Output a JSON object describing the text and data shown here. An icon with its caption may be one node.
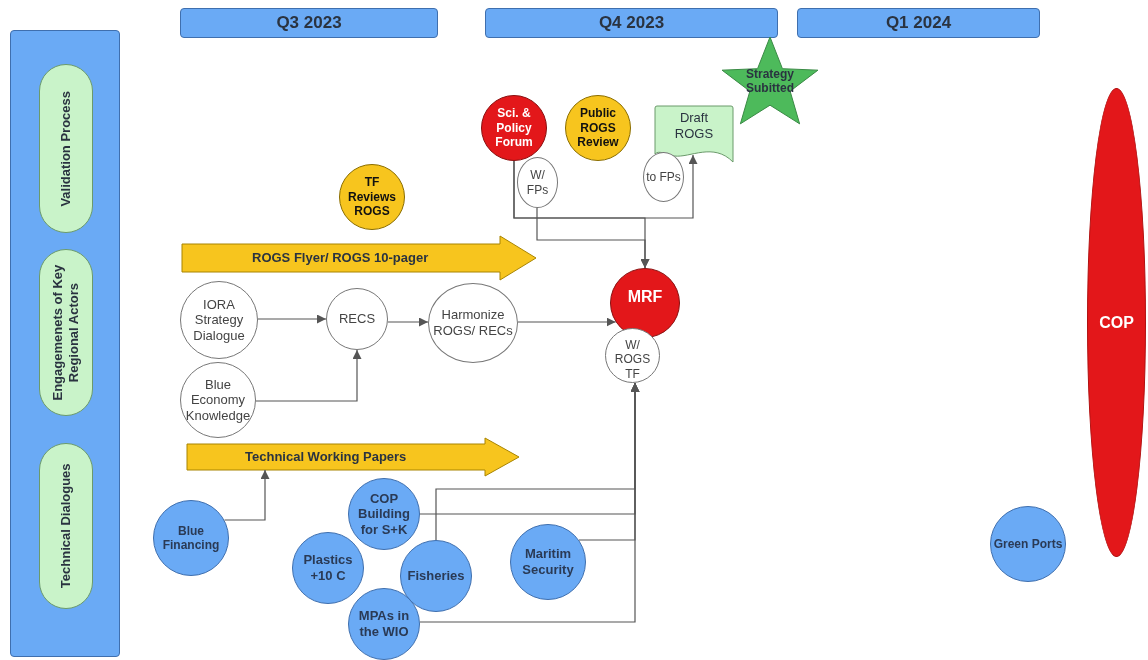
{
  "diagram": {
    "nodes": [
      {
        "text": [
          "Q3 2023"
        ]
      },
      {
        "text": [
          "Q4 2023"
        ]
      },
      {
        "text": [
          "Q1 2024"
        ]
      },
      {
        "text": [],
        "shape": "box"
      },
      {
        "text": [
          "Validation Process"
        ],
        "in": 3
      },
      {
        "text": [
          "Engagemenets of Key Regional Actors"
        ],
        "in": 3
      },
      {
        "text": [
          "Technical Dialogues"
        ],
        "in": 3
      },
      {
        "text": [
          "Strategy Subitted"
        ]
      },
      {
        "text": [
          "Sci. & Policy Forum"
        ]
      },
      {
        "text": [
          "W/ FPs"
        ]
      },
      {
        "text": [
          "Public ROGS Review"
        ]
      },
      {
        "text": [
          "Draft ROGS"
        ]
      },
      {
        "text": [
          "to FPs"
        ]
      },
      {
        "text": [
          "TF Reviews ROGS"
        ]
      },
      {
        "text": [
          "ROGS Flyer/ ROGS 10-pager"
        ]
      },
      {
        "text": [
          "IORA Strategy Dialogue"
        ]
      },
      {
        "text": [
          "RECS"
        ]
      },
      {
        "text": [
          "Harmonize ROGS/ RECs"
        ]
      },
      {
        "text": [
          "MRF"
        ]
      },
      {
        "text": [
          "W/ ROGS TF"
        ]
      },
      {
        "text": [
          "Blue Economy Knowledge"
        ]
      },
      {
        "text": [
          "COP"
        ]
      },
      {
        "text": [
          "Technical Working Papers"
        ]
      },
      {
        "text": [
          "Blue Financing"
        ]
      },
      {
        "text": [
          "COP Building for S+K"
        ]
      },
      {
        "text": [
          "Plastics +10 C"
        ]
      },
      {
        "text": [
          "Fisheries"
        ]
      },
      {
        "text": [
          "Maritim Security"
        ]
      },
      {
        "text": [
          "MPAs in the WIO"
        ]
      },
      {
        "text": [
          "Green Ports"
        ]
      }
    ],
    "edges": [
      {
        "from": 8,
        "to": 18,
        "arrow": "to"
      },
      {
        "from": 8,
        "to": 11,
        "arrow": "to"
      },
      {
        "from": 9,
        "to": 18,
        "arrow": "to"
      },
      {
        "from": 15,
        "to": 16,
        "arrow": "to"
      },
      {
        "from": 16,
        "to": 17,
        "arrow": "to"
      },
      {
        "from": 17,
        "to": 18,
        "arrow": "to"
      },
      {
        "from": 20,
        "to": 16,
        "arrow": "to"
      },
      {
        "from": 23,
        "to": 22,
        "arrow": "to"
      },
      {
        "from": 24,
        "to": 19,
        "arrow": "to"
      },
      {
        "from": 26,
        "to": 19,
        "arrow": "to"
      },
      {
        "from": 27,
        "to": 19,
        "arrow": "to"
      },
      {
        "from": 28,
        "to": 19,
        "arrow": "to"
      }
    ]
  }
}
